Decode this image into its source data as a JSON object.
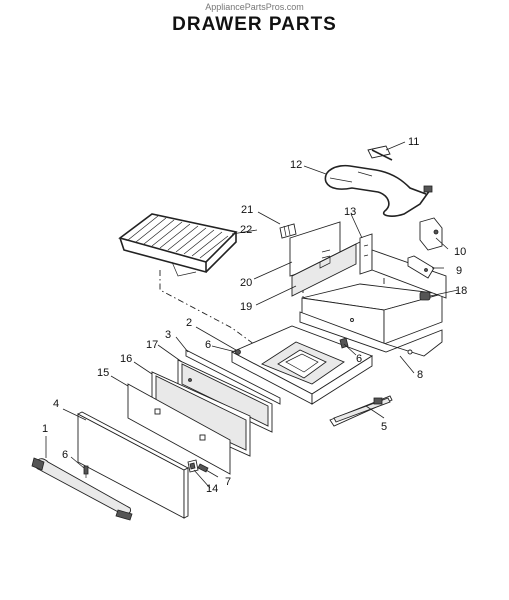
{
  "header": {
    "watermark": "AppliancePartsPros.com",
    "title": "DRAWER PARTS"
  },
  "callouts": [
    "1",
    "2",
    "3",
    "4",
    "5",
    "6",
    "6",
    "6",
    "7",
    "8",
    "9",
    "10",
    "11",
    "12",
    "13",
    "14",
    "15",
    "16",
    "17",
    "18",
    "19",
    "20",
    "21",
    "22"
  ],
  "parts": [
    {
      "number": "1",
      "icon": "drawer-handle"
    },
    {
      "number": "2",
      "icon": "drawer-liner-frame"
    },
    {
      "number": "3",
      "icon": "inner-panel"
    },
    {
      "number": "4",
      "icon": "drawer-front-panel"
    },
    {
      "number": "5",
      "icon": "drawer-slide-rail"
    },
    {
      "number": "6",
      "icon": "screw"
    },
    {
      "number": "7",
      "icon": "screw"
    },
    {
      "number": "8",
      "icon": "drawer-housing"
    },
    {
      "number": "9",
      "icon": "mounting-bracket"
    },
    {
      "number": "10",
      "icon": "bracket"
    },
    {
      "number": "11",
      "icon": "terminal-clip"
    },
    {
      "number": "12",
      "icon": "warming-element"
    },
    {
      "number": "13",
      "icon": "support-bracket"
    },
    {
      "number": "14",
      "icon": "latch"
    },
    {
      "number": "15",
      "icon": "outer-panel"
    },
    {
      "number": "16",
      "icon": "insulation-panel"
    },
    {
      "number": "17",
      "icon": "glass-panel"
    },
    {
      "number": "18",
      "icon": "sensor"
    },
    {
      "number": "19",
      "icon": "rear-panel"
    },
    {
      "number": "20",
      "icon": "heat-shield"
    },
    {
      "number": "21",
      "icon": "connector"
    },
    {
      "number": "22",
      "icon": "drawer-rack"
    }
  ]
}
